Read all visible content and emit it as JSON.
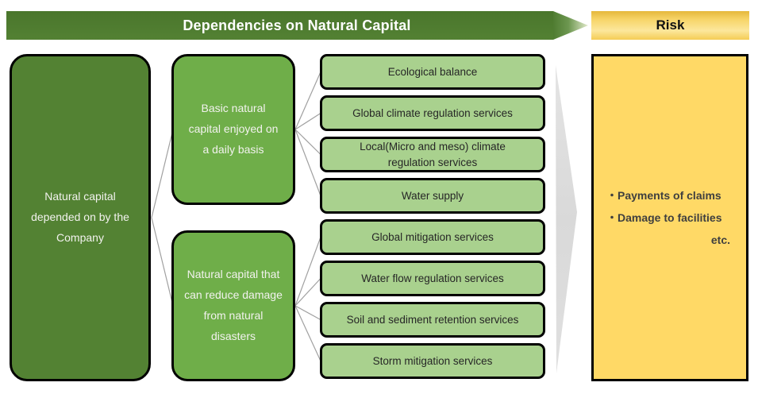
{
  "header": {
    "dependencies_label": "Dependencies on Natural Capital",
    "risk_label": "Risk"
  },
  "root_box": {
    "label": "Natural capital\ndepended on by the\nCompany"
  },
  "categories": [
    {
      "label": "Basic natural\ncapital enjoyed on\na daily basis"
    },
    {
      "label": "Natural capital that\ncan reduce damage\nfrom natural\ndisasters"
    }
  ],
  "services": [
    {
      "label": "Ecological balance"
    },
    {
      "label": "Global climate regulation services"
    },
    {
      "label": "Local(Micro and meso) climate\nregulation services"
    },
    {
      "label": "Water supply"
    },
    {
      "label": "Global mitigation services"
    },
    {
      "label": "Water flow regulation services"
    },
    {
      "label": "Soil and sediment retention services"
    },
    {
      "label": "Storm mitigation services"
    }
  ],
  "risk_panel": {
    "items": [
      "・Payments of claims",
      "・Damage to facilities"
    ],
    "suffix": "etc."
  },
  "colors": {
    "banner_green": "#4e7b30",
    "dark_green": "#538233",
    "mid_green": "#6fae49",
    "light_green": "#a9d18e",
    "gold_fill": "#ffd966",
    "risk_banner_gold": "#f4cc55",
    "connector_gray": "#a0a0a0",
    "flow_arrow_gray": "#dcdcdc"
  }
}
